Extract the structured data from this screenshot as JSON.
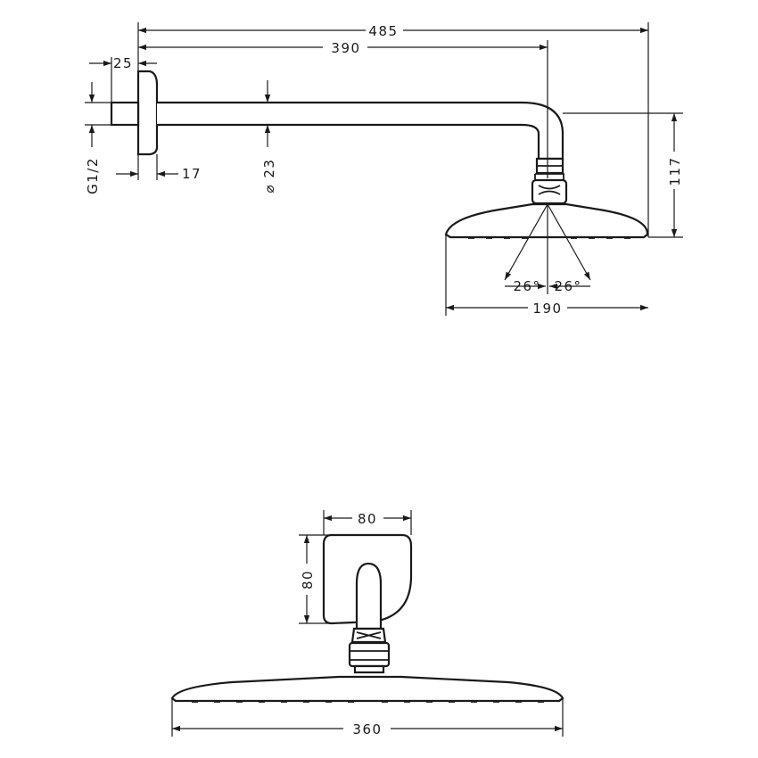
{
  "side_view": {
    "dim_overall": "485",
    "dim_arm": "390",
    "dim_flange_depth": "25",
    "dim_flange_thickness": "17",
    "dim_thread": "G1/2",
    "dim_pipe_diameter": "⌀ 23",
    "dim_height": "117",
    "dim_head_width": "190",
    "dim_angle_left": "26°",
    "dim_angle_right": "26°"
  },
  "front_view": {
    "dim_plate_width": "80",
    "dim_plate_height": "80",
    "dim_head_width": "360"
  }
}
